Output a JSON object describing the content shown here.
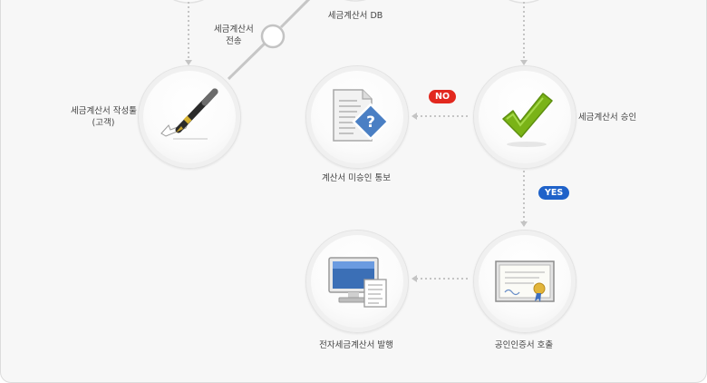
{
  "labels": {
    "transmit_line1": "세금계산서",
    "transmit_line2": "전송",
    "db": "세금계산서 DB",
    "writer_line1": "세금계산서 작성툴",
    "writer_line2": "(고객)",
    "approval": "세금계산서 승인",
    "rejection": "계산서 미승인 통보",
    "cert_call": "공인인증서 호출",
    "issue": "전자세금계산서 발행"
  },
  "badges": {
    "no": "NO",
    "yes": "YES"
  },
  "colors": {
    "no_badge": "#e2281e",
    "yes_badge": "#1f62c9",
    "check": "#7ab317",
    "doc_diamond": "#4a7fc4"
  },
  "icons": {
    "writer": "pen-icon",
    "approval": "checkmark-icon",
    "rejection": "document-question-icon",
    "cert_call": "certificate-icon",
    "issue": "computer-document-icon"
  }
}
